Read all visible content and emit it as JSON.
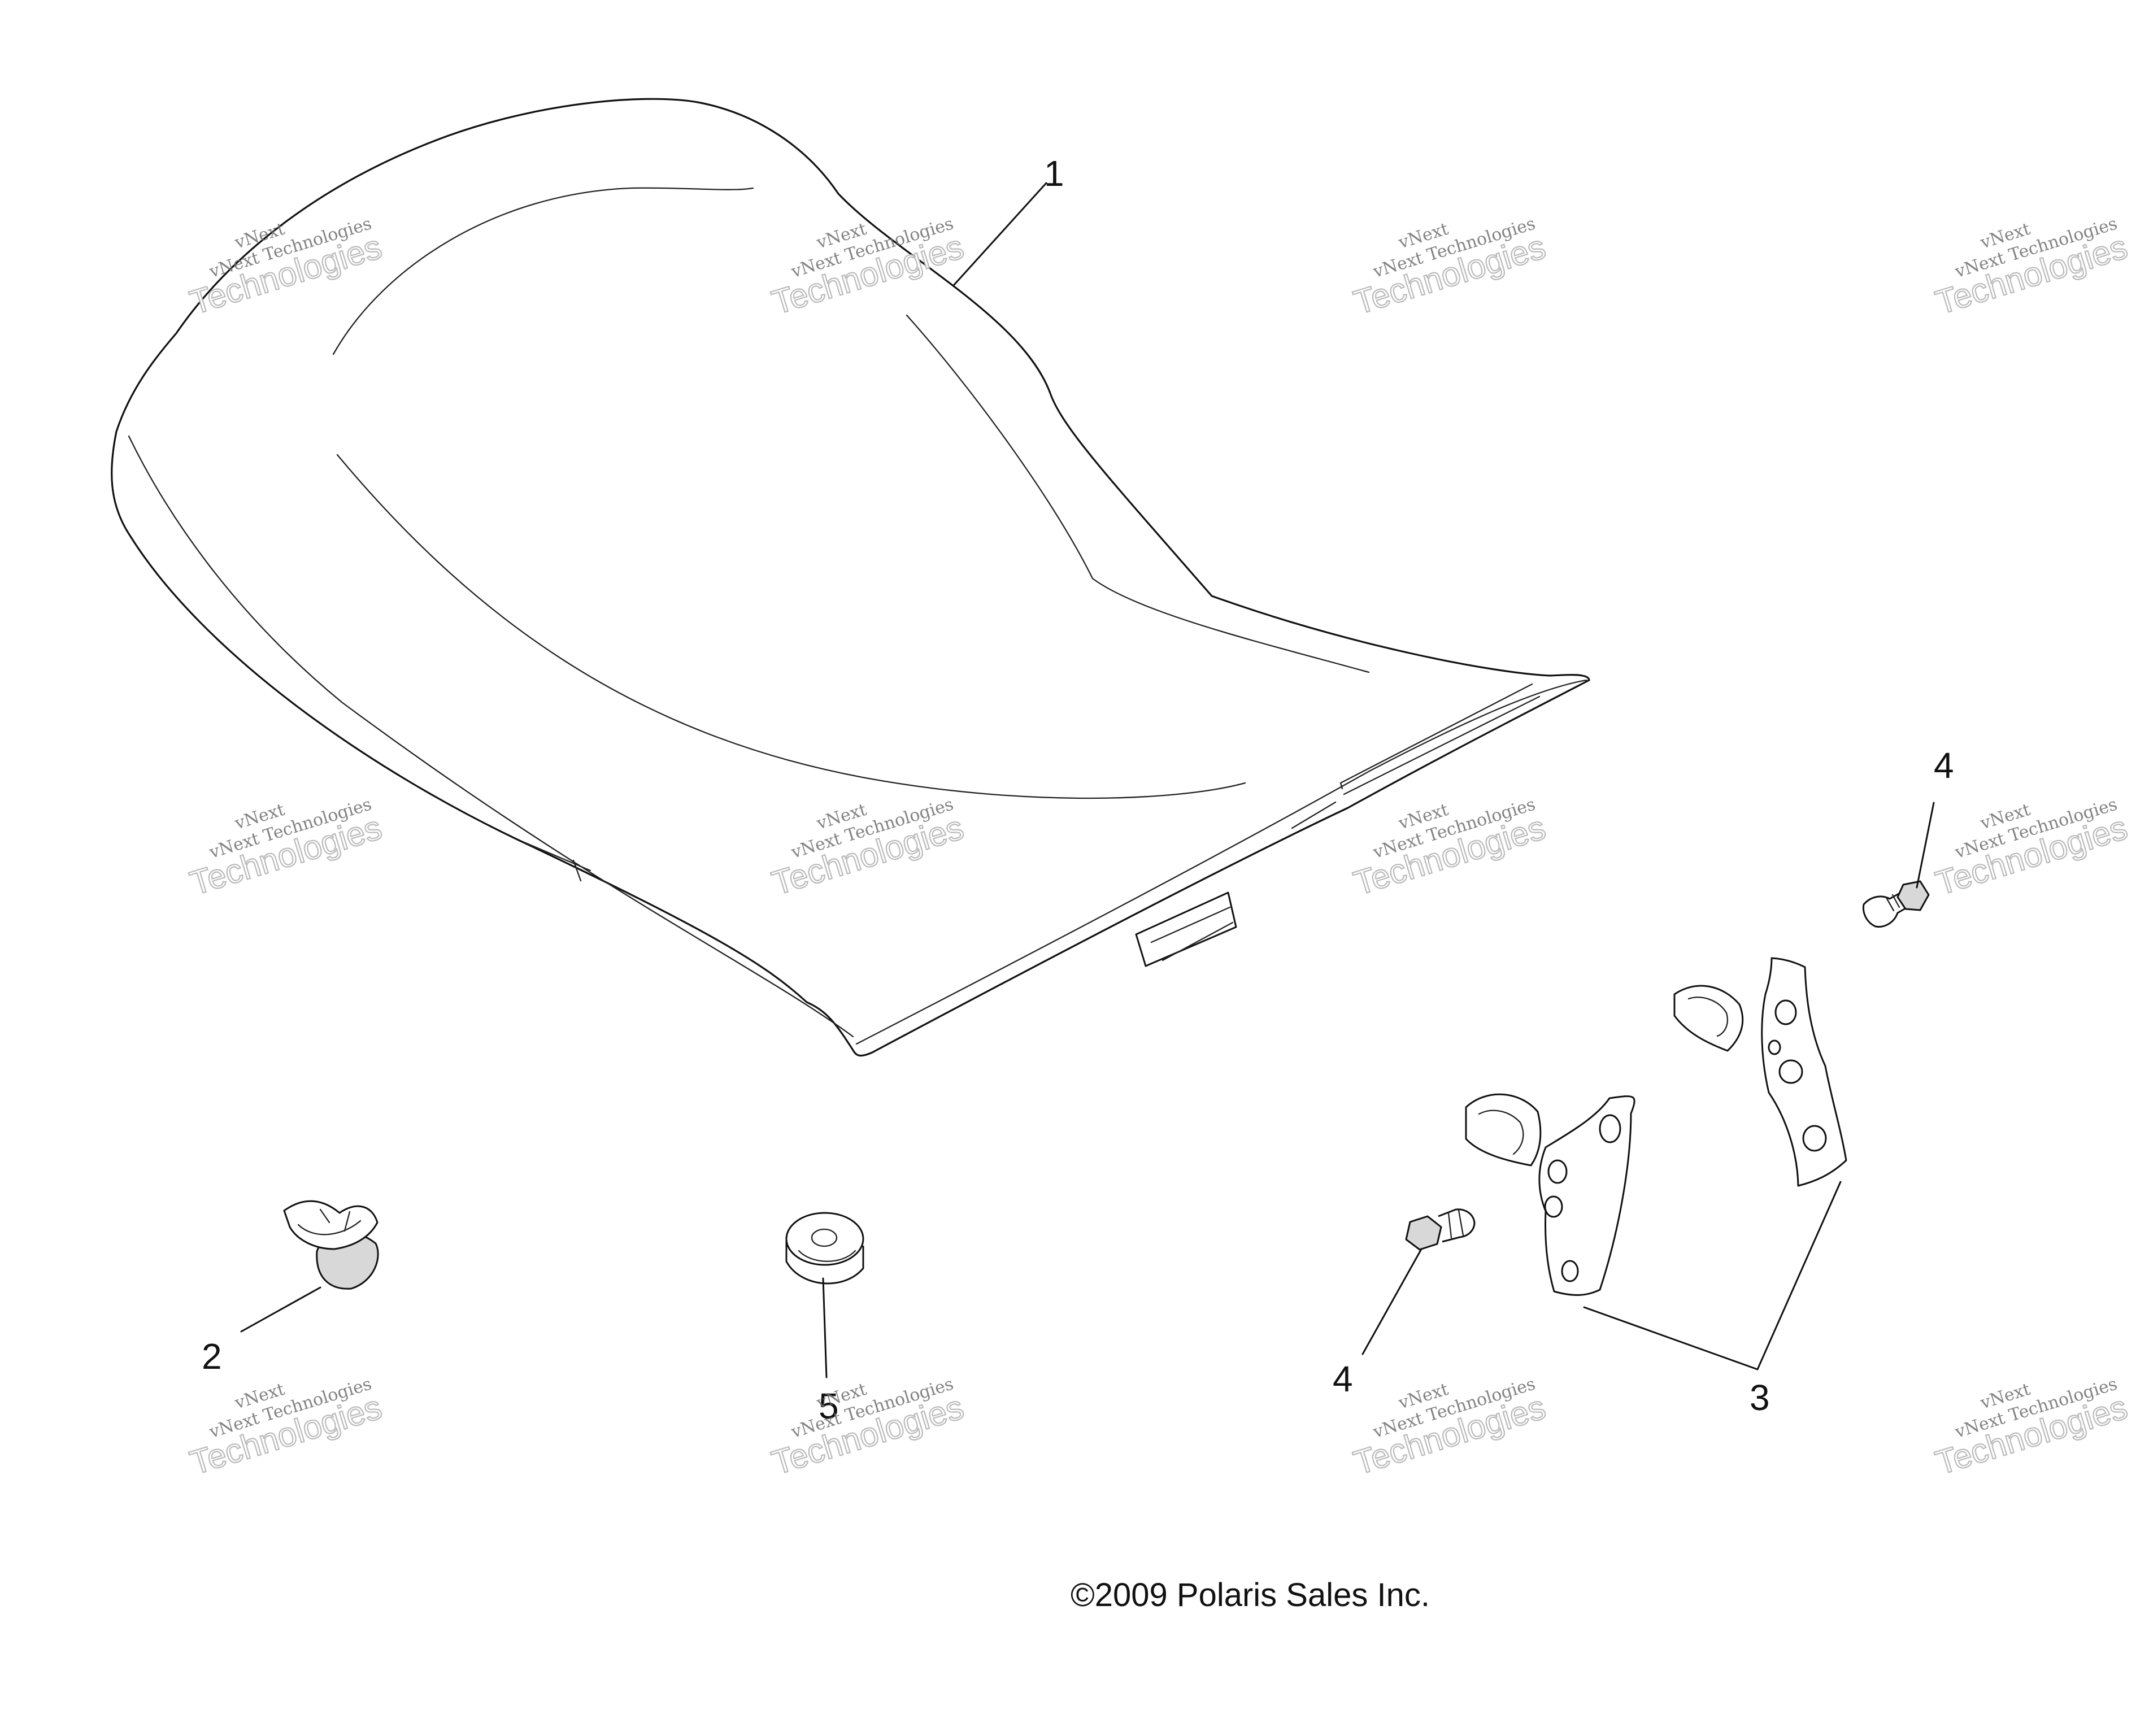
{
  "diagram": {
    "callouts": {
      "part_1": "1",
      "part_2": "2",
      "part_3": "3",
      "part_4_upper": "4",
      "part_4_lower": "4",
      "part_5": "5"
    },
    "copyright": "©2009 Polaris Sales Inc.",
    "watermark": {
      "line_1": "vNext",
      "line_2": "vNext Technologies",
      "line_3": "Technologies"
    }
  }
}
